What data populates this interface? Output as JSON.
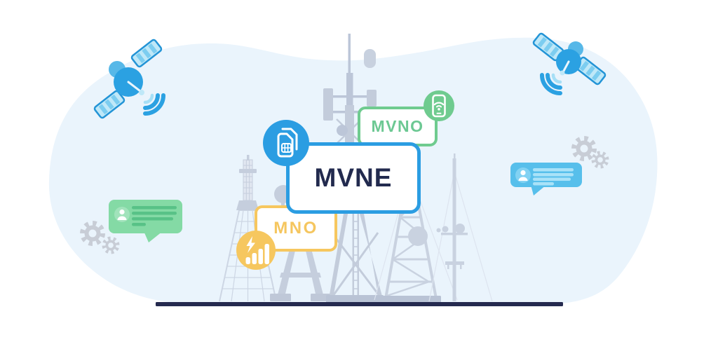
{
  "illustration": {
    "alt": "MVNE / MVNO / MNO telecom network illustration",
    "background_color": "#ffffff",
    "blob_color": "#eaf4fc",
    "ground_line_color": "#252a4f",
    "tower_color": "#c3ccdb",
    "gear_color": "#c8cdd6",
    "satellite_color": "#2ba1e2"
  },
  "cards": {
    "mvne": {
      "label": "MVNE",
      "accent_color": "#2b9de2",
      "text_color": "#222a4e",
      "icon": "sim-card-icon"
    },
    "mvno": {
      "label": "MVNO",
      "accent_color": "#6fcb8f",
      "text_color": "#6cc893",
      "icon": "smartphone-wifi-icon"
    },
    "mno": {
      "label": "MNO",
      "accent_color": "#f6c75f",
      "text_color": "#f5c65f",
      "icon": "power-stats-icon"
    }
  },
  "decorations": {
    "left_satellite": "satellite-icon",
    "right_satellite": "satellite-icon",
    "left_chat_bubble": {
      "icon": "user-avatar-icon",
      "color": "#84daa5",
      "line_color": "#58c287"
    },
    "right_chat_bubble": {
      "icon": "user-avatar-icon",
      "color": "#57bfeb",
      "line_color": "#a9e2f8"
    },
    "gears": "gear-icon",
    "towers": "cell-tower-silhouettes",
    "ground": "ground-line"
  }
}
